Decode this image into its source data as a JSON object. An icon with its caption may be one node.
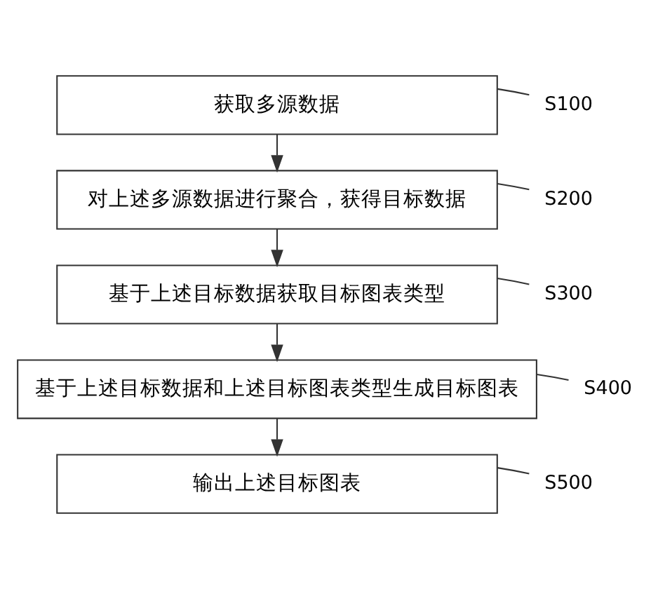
{
  "diagram": {
    "nodes": [
      {
        "text": [
          "获取多源数据"
        ]
      },
      {
        "text": [
          "对上述多源数据进行聚合，获得目标数据"
        ]
      },
      {
        "text": [
          "基于上述目标数据获取目标图表类型"
        ]
      },
      {
        "text": [
          "基于上述目标数据和上述目标图表类型生成目标图表"
        ]
      },
      {
        "text": [
          "输出上述目标图表"
        ]
      },
      {
        "text": [
          "S100"
        ]
      },
      {
        "text": [
          "S200"
        ]
      },
      {
        "text": [
          "S300"
        ]
      },
      {
        "text": [
          "S400"
        ]
      },
      {
        "text": [
          "S500"
        ]
      }
    ],
    "edges": [
      {
        "from": 0,
        "to": 1,
        "arrow": "to"
      },
      {
        "from": 1,
        "to": 2,
        "arrow": "to"
      },
      {
        "from": 2,
        "to": 3,
        "arrow": "to"
      },
      {
        "from": 3,
        "to": 4,
        "arrow": "to"
      },
      {
        "from": 5,
        "to": 0,
        "arrow": "none"
      },
      {
        "from": 6,
        "to": 1,
        "arrow": "none"
      },
      {
        "from": 7,
        "to": 2,
        "arrow": "none"
      },
      {
        "from": 8,
        "to": 3,
        "arrow": "none"
      },
      {
        "from": 9,
        "to": 4,
        "arrow": "none"
      }
    ]
  }
}
